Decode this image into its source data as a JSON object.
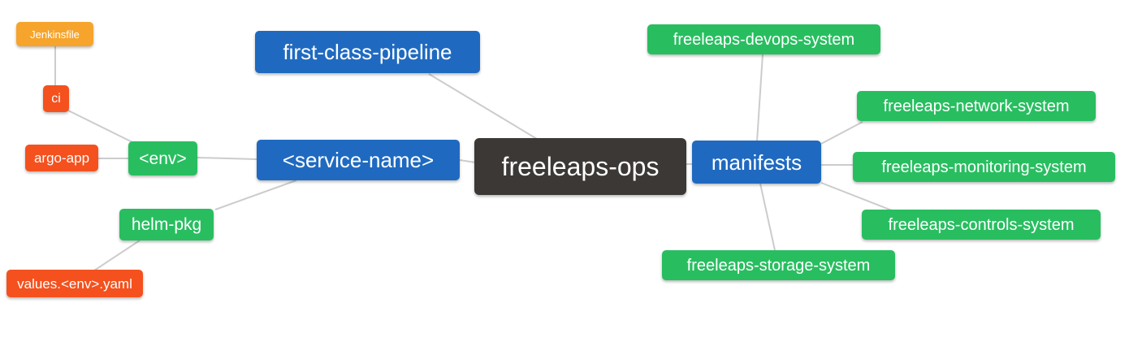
{
  "palette": {
    "blue": "#1f6ac0",
    "green": "#28be60",
    "orange": "#f6a42c",
    "red": "#f4511e",
    "dark": "#3b3835",
    "edge": "#cccccc",
    "text": "#ffffff"
  },
  "mindmap": {
    "root": {
      "label": "freeleaps-ops"
    },
    "nodes": {
      "first_class_pipeline": {
        "label": "first-class-pipeline"
      },
      "service_name": {
        "label": "<service-name>"
      },
      "env": {
        "label": "<env>"
      },
      "ci": {
        "label": "ci"
      },
      "jenkinsfile": {
        "label": "Jenkinsfile"
      },
      "argo_app": {
        "label": "argo-app"
      },
      "helm_pkg": {
        "label": "helm-pkg"
      },
      "values_env_yaml": {
        "label": "values.<env>.yaml"
      },
      "manifests": {
        "label": "manifests"
      },
      "devops_system": {
        "label": "freeleaps-devops-system"
      },
      "network_system": {
        "label": "freeleaps-network-system"
      },
      "monitoring_system": {
        "label": "freeleaps-monitoring-system"
      },
      "controls_system": {
        "label": "freeleaps-controls-system"
      },
      "storage_system": {
        "label": "freeleaps-storage-system"
      }
    }
  }
}
